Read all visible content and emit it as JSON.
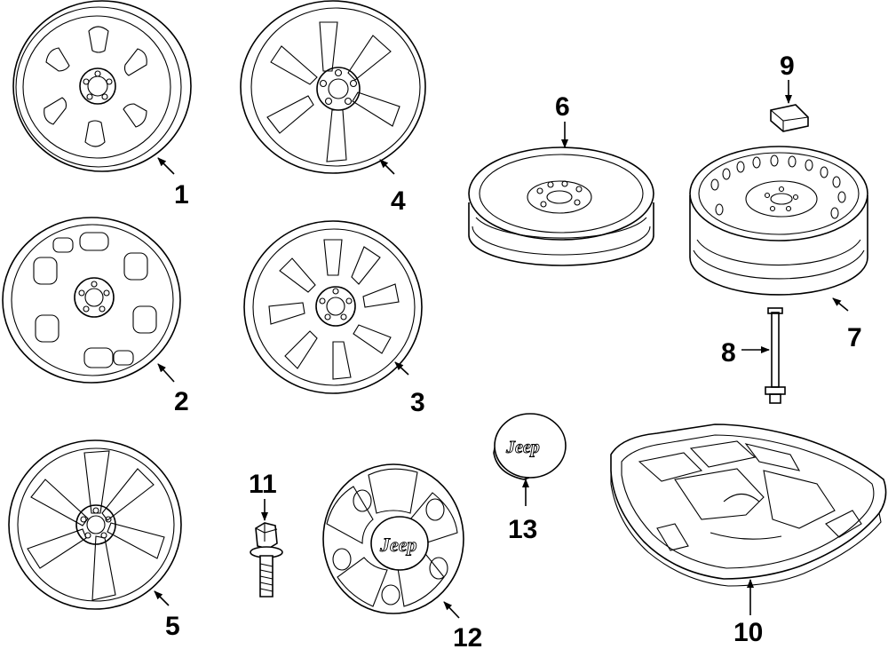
{
  "parts": [
    {
      "callout": "1"
    },
    {
      "callout": "2"
    },
    {
      "callout": "3"
    },
    {
      "callout": "4"
    },
    {
      "callout": "5"
    },
    {
      "callout": "6"
    },
    {
      "callout": "7"
    },
    {
      "callout": "8"
    },
    {
      "callout": "9"
    },
    {
      "callout": "10"
    },
    {
      "callout": "11"
    },
    {
      "callout": "12"
    },
    {
      "callout": "13"
    }
  ],
  "logos": {
    "cap_12": "Jeep",
    "cap_13": "Jeep"
  }
}
